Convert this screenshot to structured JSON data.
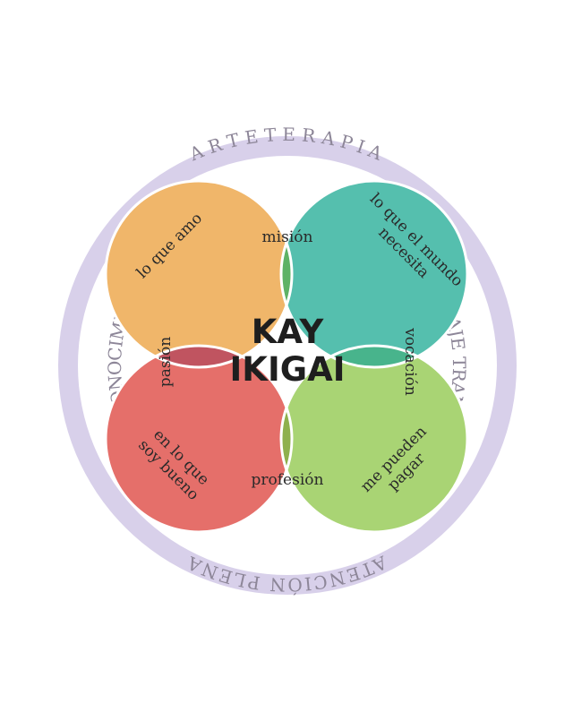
{
  "ring": {
    "top": "ARTETERAPIA",
    "right": "APRENDIZAJE TRANSFORMADOR",
    "bottom": "ATENCIÓN PLENA",
    "left": "AUTOCONOCIMIENTO"
  },
  "center": {
    "line1": "KAY",
    "line2": "IKIGAI"
  },
  "circles": {
    "love": "lo que amo",
    "world_line1": "lo que el mundo",
    "world_line2": "necesita",
    "good_line1": "en lo que",
    "good_line2": "soy bueno",
    "paid_line1": "me pueden",
    "paid_line2": "pagar"
  },
  "overlaps": {
    "mission": "misión",
    "vocation": "vocación",
    "profession": "profesión",
    "passion": "pasión"
  },
  "colors": {
    "ring": "#d8d0ea",
    "ring_text": "#8d8698",
    "love": "#f0b66a",
    "world": "#55bfae",
    "good": "#e56f6a",
    "paid": "#a9d474",
    "mission": "#5eb265",
    "vocation": "#48b48c",
    "profession": "#8fb04d",
    "passion": "#c05460"
  }
}
